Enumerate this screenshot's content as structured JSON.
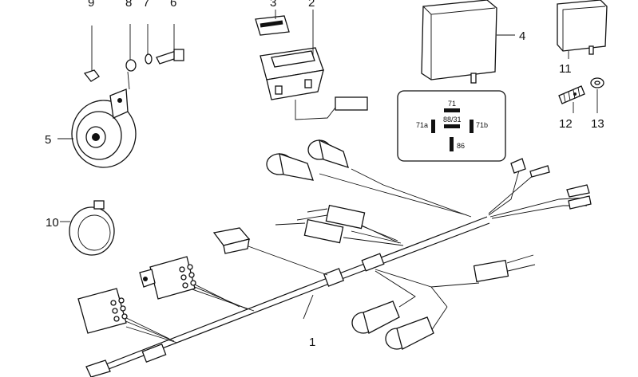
{
  "callouts": {
    "c1": "1",
    "c2": "2",
    "c3": "3",
    "c4": "4",
    "c5": "5",
    "c6": "6",
    "c7": "7",
    "c8": "8",
    "c9": "9",
    "c10": "10",
    "c11": "11",
    "c12": "12",
    "c13": "13"
  },
  "relay_pins": {
    "top": "71",
    "center": "88/31",
    "left": "71a",
    "right": "71b",
    "bottom": "86"
  }
}
